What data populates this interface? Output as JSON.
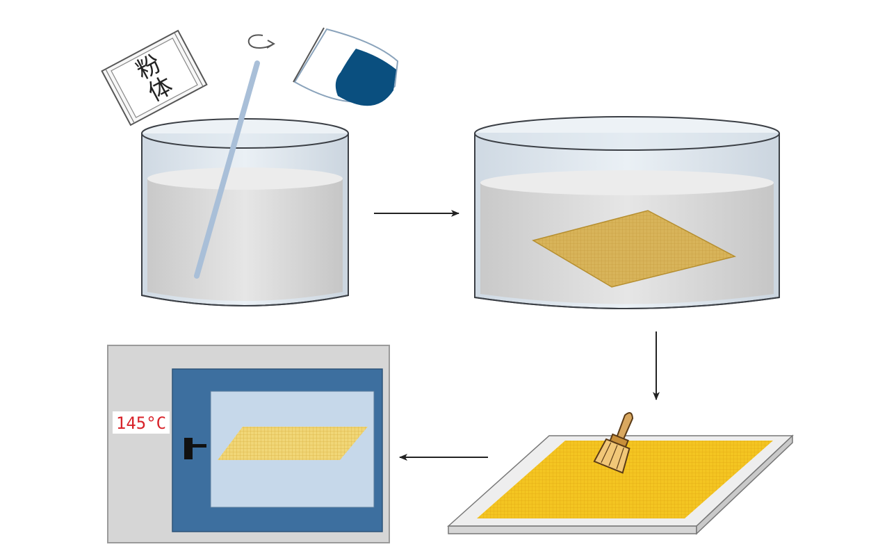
{
  "powder_bag": {
    "label_line1": "粉",
    "label_line2": "体"
  },
  "oven": {
    "temperature": "145°C"
  },
  "colors": {
    "liquid": "#d9d9d9",
    "glass_rim": "#3b3f45",
    "stir_rod": "#a9bfd8",
    "beaker_fill": "#0a4f7f",
    "fabric": "#dcb55a",
    "coating": "#f3c11c",
    "oven_body": "#d6d6d6",
    "oven_door": "#3d6f9f",
    "oven_window": "#c6d8ea",
    "display_text": "#d8232a"
  }
}
